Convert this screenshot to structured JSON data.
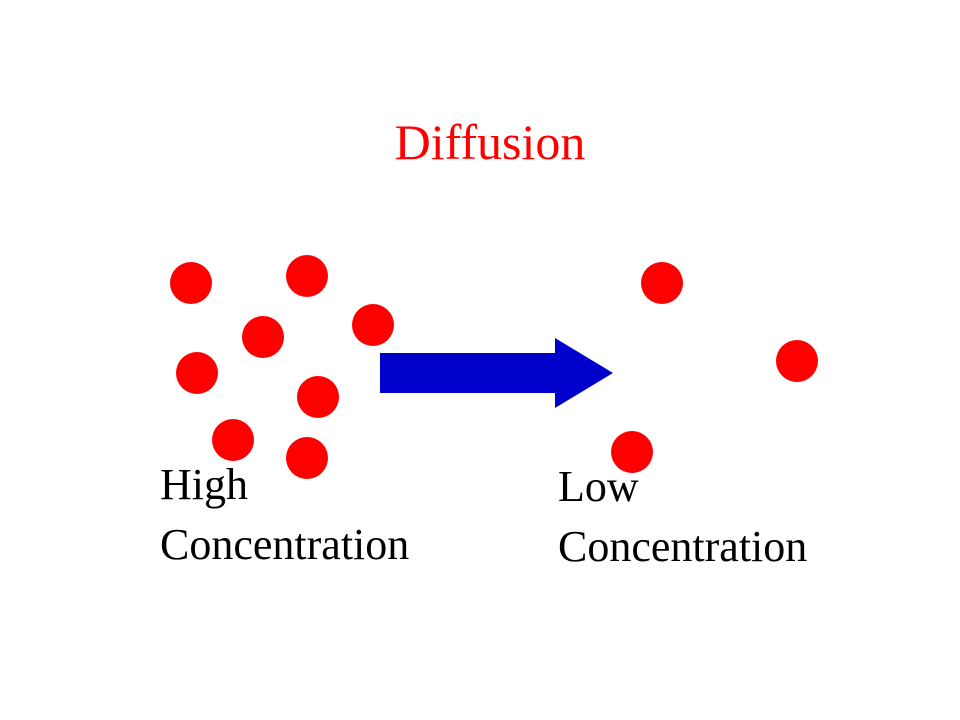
{
  "title": "Diffusion",
  "high_label": {
    "line1": "High",
    "line2": "Concentration"
  },
  "low_label": {
    "line1": "Low",
    "line2": "Concentration"
  },
  "colors": {
    "title": "#ff0000",
    "particle": "#ff0000",
    "arrow": "#0000cc",
    "text": "#000000"
  }
}
